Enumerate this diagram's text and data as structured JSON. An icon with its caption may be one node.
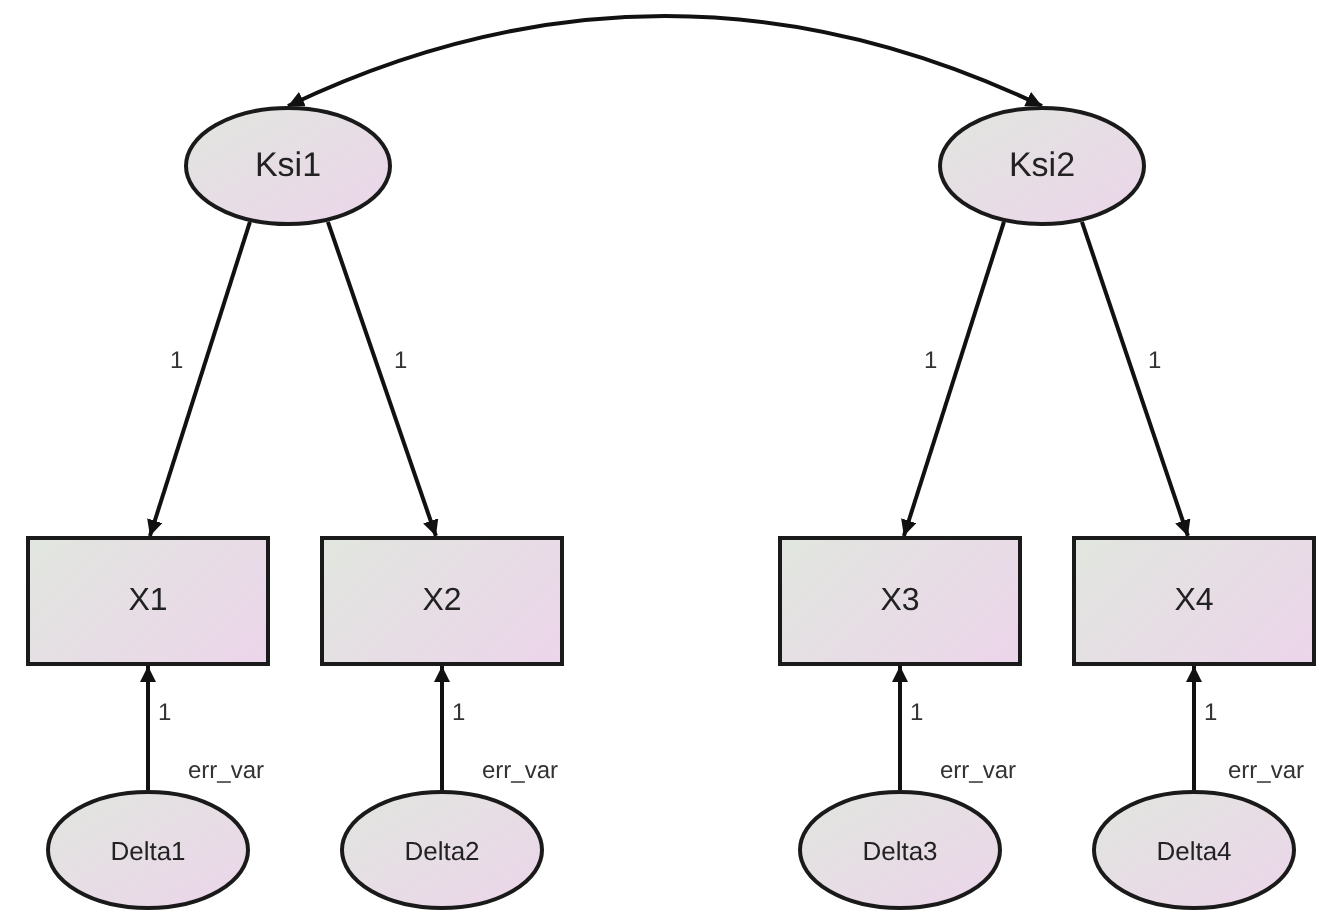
{
  "diagram": {
    "nodes": [
      {
        "text": [
          "Ksi1"
        ]
      },
      {
        "text": [
          "Ksi2"
        ]
      },
      {
        "text": [
          "X1"
        ]
      },
      {
        "text": [
          "X2"
        ]
      },
      {
        "text": [
          "X3"
        ]
      },
      {
        "text": [
          "X4"
        ]
      },
      {
        "text": [
          "Delta1"
        ],
        "beside": [
          "err_var"
        ]
      },
      {
        "text": [
          "Delta2"
        ],
        "beside": [
          "err_var"
        ]
      },
      {
        "text": [
          "Delta3"
        ],
        "beside": [
          "err_var"
        ]
      },
      {
        "text": [
          "Delta4"
        ],
        "beside": [
          "err_var"
        ]
      }
    ],
    "edges": [
      {
        "from": 0,
        "to": 1,
        "arrow": "both"
      },
      {
        "from": 0,
        "to": 2,
        "arrow": "to",
        "label": "1"
      },
      {
        "from": 0,
        "to": 3,
        "arrow": "to",
        "label": "1"
      },
      {
        "from": 1,
        "to": 4,
        "arrow": "to",
        "label": "1"
      },
      {
        "from": 1,
        "to": 5,
        "arrow": "to",
        "label": "1"
      },
      {
        "from": 6,
        "to": 2,
        "arrow": "to",
        "label": "1"
      },
      {
        "from": 7,
        "to": 3,
        "arrow": "to",
        "label": "1"
      },
      {
        "from": 8,
        "to": 4,
        "arrow": "to",
        "label": "1"
      },
      {
        "from": 9,
        "to": 5,
        "arrow": "to",
        "label": "1"
      }
    ]
  }
}
